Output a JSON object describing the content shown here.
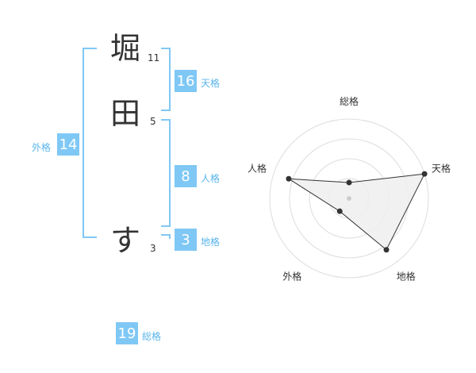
{
  "name": {
    "chars": [
      {
        "char": "堀",
        "strokes": "11"
      },
      {
        "char": "田",
        "strokes": "5"
      },
      {
        "char": "す",
        "strokes": "3"
      }
    ]
  },
  "grids": {
    "tenkaku": {
      "value": "16",
      "label": "天格"
    },
    "jinkaku": {
      "value": "8",
      "label": "人格"
    },
    "chikaku": {
      "value": "3",
      "label": "地格"
    },
    "gaikaku": {
      "value": "14",
      "label": "外格"
    },
    "soukaku": {
      "value": "19",
      "label": "総格"
    }
  },
  "chart_data": {
    "type": "radar",
    "axes": [
      "総格",
      "天格",
      "地格",
      "外格",
      "人格"
    ],
    "values": [
      1,
      5,
      4,
      1,
      4
    ],
    "max": 5,
    "rings": 4,
    "colors": {
      "grid": "#dddddd",
      "fill": "#eeeeee",
      "line": "#333333",
      "center": "#cccccc"
    }
  }
}
